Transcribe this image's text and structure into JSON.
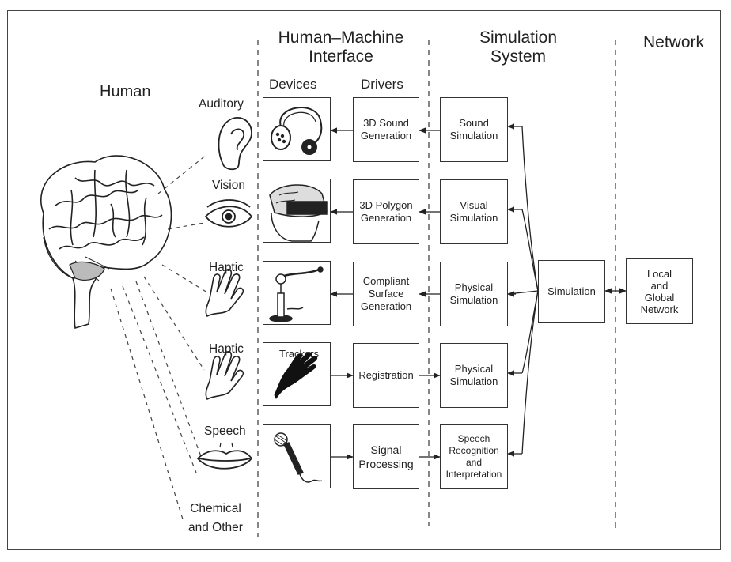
{
  "headers": {
    "human": "Human",
    "hmi": "Human–Machine\nInterface",
    "simulation_system": "Simulation\nSystem",
    "network": "Network",
    "devices": "Devices",
    "drivers": "Drivers"
  },
  "senses": [
    "Auditory",
    "Vision",
    "Haptic",
    "Haptic",
    "Speech",
    "Chemical\nand Other"
  ],
  "device_labels": {
    "trackers": "Trackers"
  },
  "driver_boxes": [
    "3D Sound\nGeneration",
    "3D Polygon\nGeneration",
    "Compliant\nSurface\nGeneration",
    "Registration",
    "Signal\nProcessing"
  ],
  "sim_boxes": [
    "Sound\nSimulation",
    "Visual\nSimulation",
    "Physical\nSimulation",
    "Physical\nSimulation",
    "Speech\nRecognition\nand\nInterpretation"
  ],
  "simulation": "Simulation",
  "network_box": "Local\nand\nGlobal\nNetwork"
}
